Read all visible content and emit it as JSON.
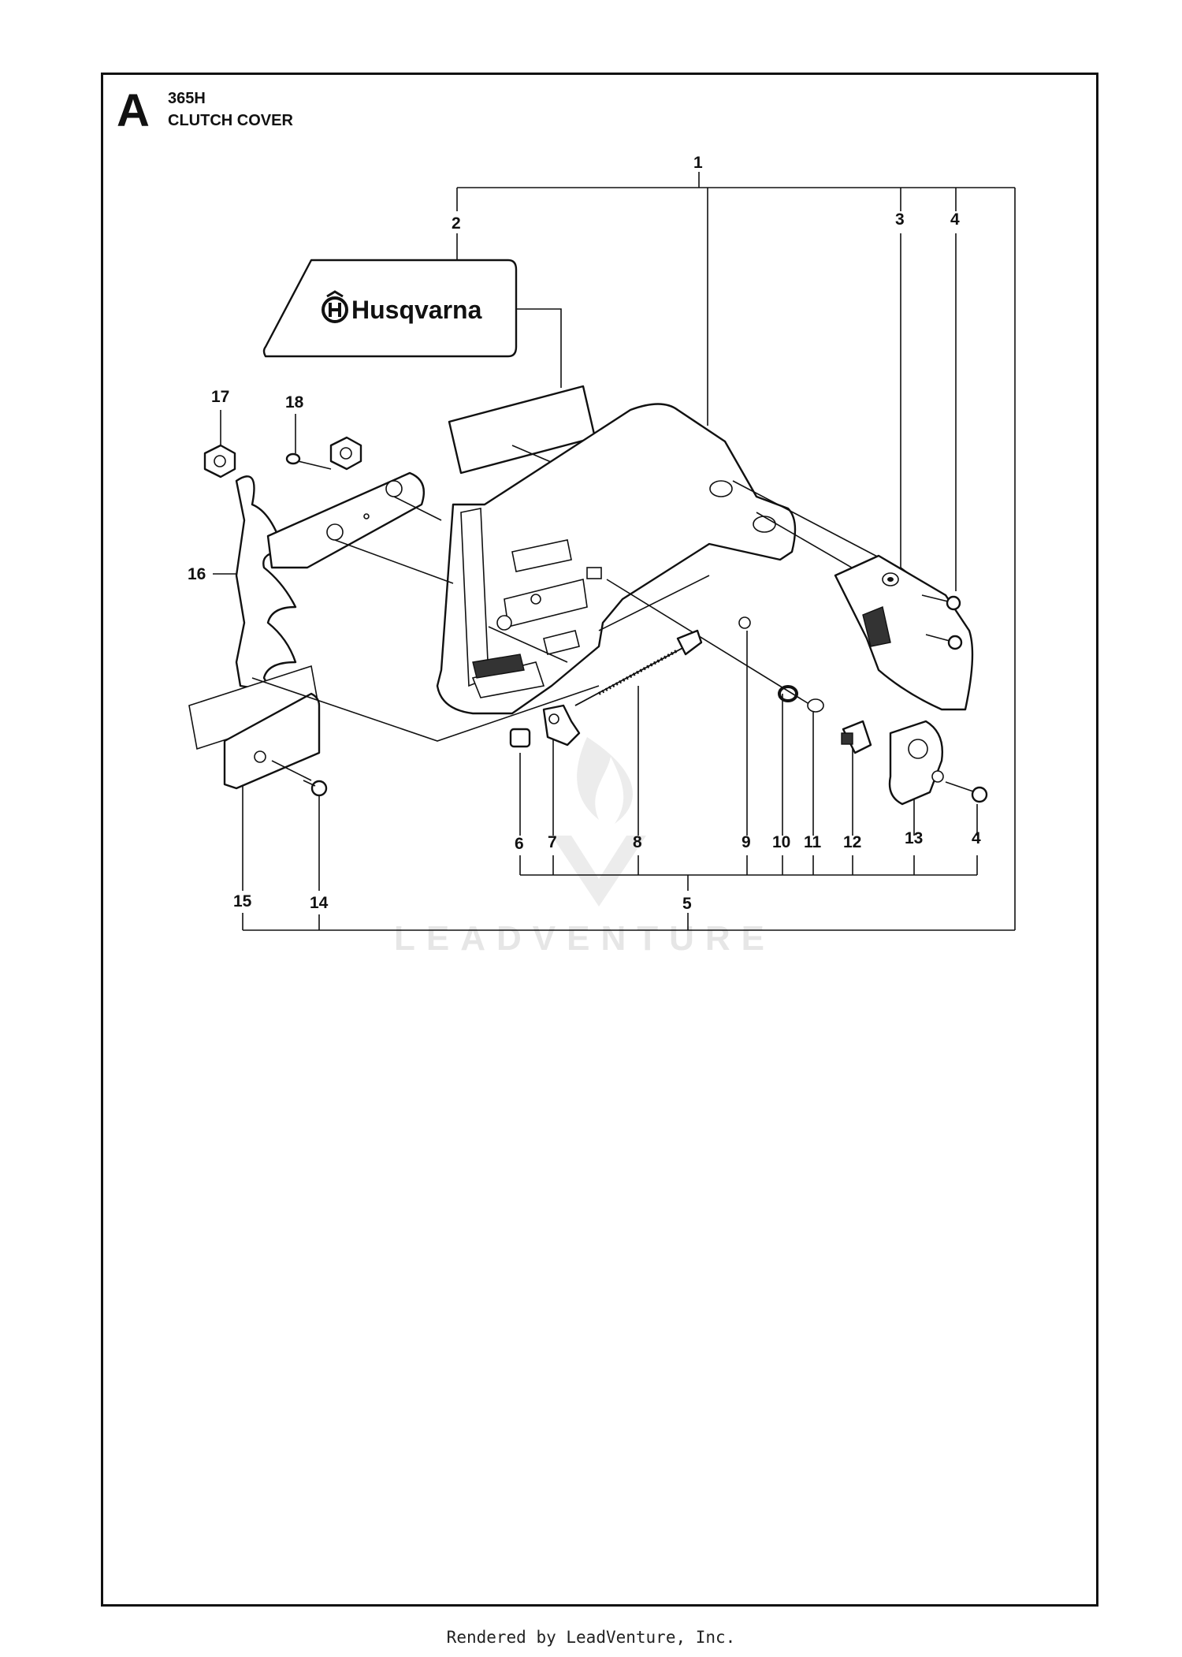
{
  "header": {
    "section_letter": "A",
    "model": "365H",
    "title": "CLUTCH COVER"
  },
  "decal": {
    "brand_text": "Husqvarna"
  },
  "watermark": {
    "text": "LEADVENTURE"
  },
  "callouts": [
    "1",
    "2",
    "3",
    "4",
    "4",
    "5",
    "6",
    "7",
    "8",
    "9",
    "10",
    "11",
    "12",
    "13",
    "14",
    "15",
    "16",
    "17",
    "18"
  ],
  "footer": {
    "credit": "Rendered by LeadVenture, Inc."
  }
}
